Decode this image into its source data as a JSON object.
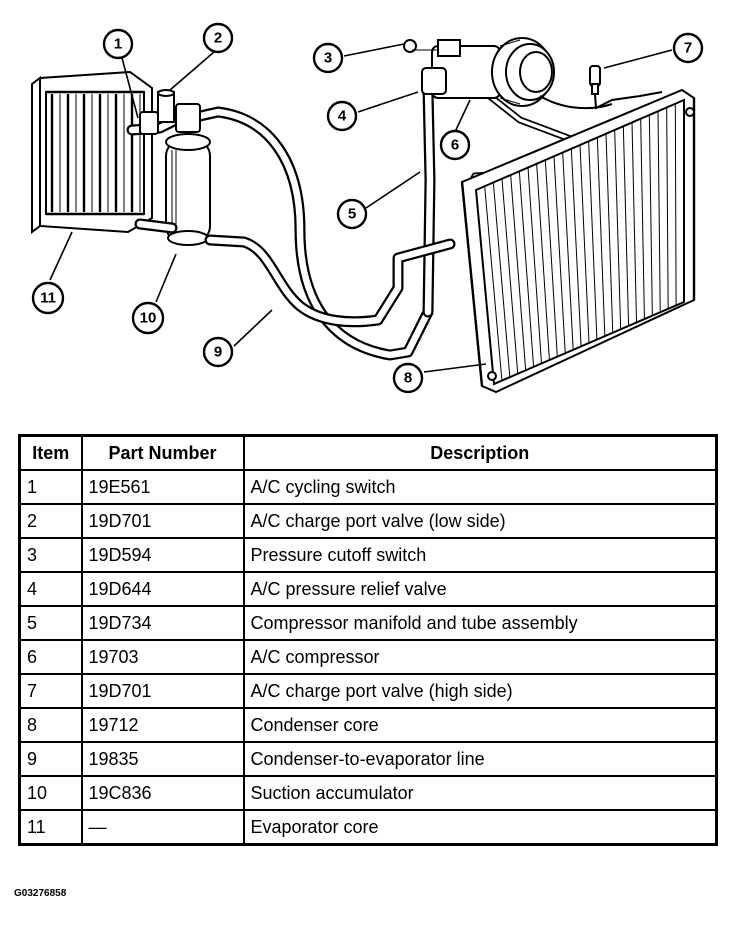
{
  "diagram": {
    "callouts": [
      "1",
      "2",
      "3",
      "4",
      "5",
      "6",
      "7",
      "8",
      "9",
      "10",
      "11"
    ]
  },
  "table": {
    "headers": [
      "Item",
      "Part Number",
      "Description"
    ],
    "rows": [
      {
        "item": "1",
        "part_number": "19E561",
        "description": "A/C cycling switch"
      },
      {
        "item": "2",
        "part_number": "19D701",
        "description": "A/C charge port valve (low side)"
      },
      {
        "item": "3",
        "part_number": "19D594",
        "description": "Pressure cutoff switch"
      },
      {
        "item": "4",
        "part_number": "19D644",
        "description": "A/C pressure relief valve"
      },
      {
        "item": "5",
        "part_number": "19D734",
        "description": "Compressor manifold and tube assembly"
      },
      {
        "item": "6",
        "part_number": "19703",
        "description": "A/C compressor"
      },
      {
        "item": "7",
        "part_number": "19D701",
        "description": "A/C charge port valve (high side)"
      },
      {
        "item": "8",
        "part_number": "19712",
        "description": "Condenser core"
      },
      {
        "item": "9",
        "part_number": "19835",
        "description": "Condenser-to-evaporator line"
      },
      {
        "item": "10",
        "part_number": "19C836",
        "description": "Suction accumulator"
      },
      {
        "item": "11",
        "part_number": "—",
        "description": "Evaporator core"
      }
    ]
  },
  "figure_code": "G03276858"
}
